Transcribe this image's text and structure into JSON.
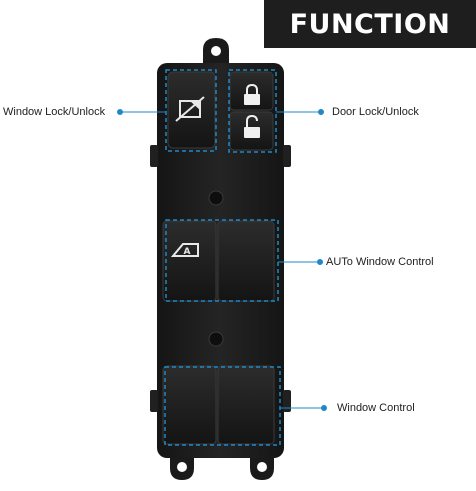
{
  "banner": {
    "title": "FUNCTION"
  },
  "callouts": {
    "window_lock": "Window Lock/Unlock",
    "door_lock": "Door Lock/Unlock",
    "auto_window": "AUTo Window Control",
    "window_control": "Window Control"
  },
  "icons": {
    "window_lock": "window-lock-icon",
    "door_lock": "padlock-icon",
    "auto_window": "auto-window-icon"
  },
  "colors": {
    "accent": "#1e88c8",
    "panel": "#1c1c1c",
    "banner_bg": "#1e1e1e"
  }
}
